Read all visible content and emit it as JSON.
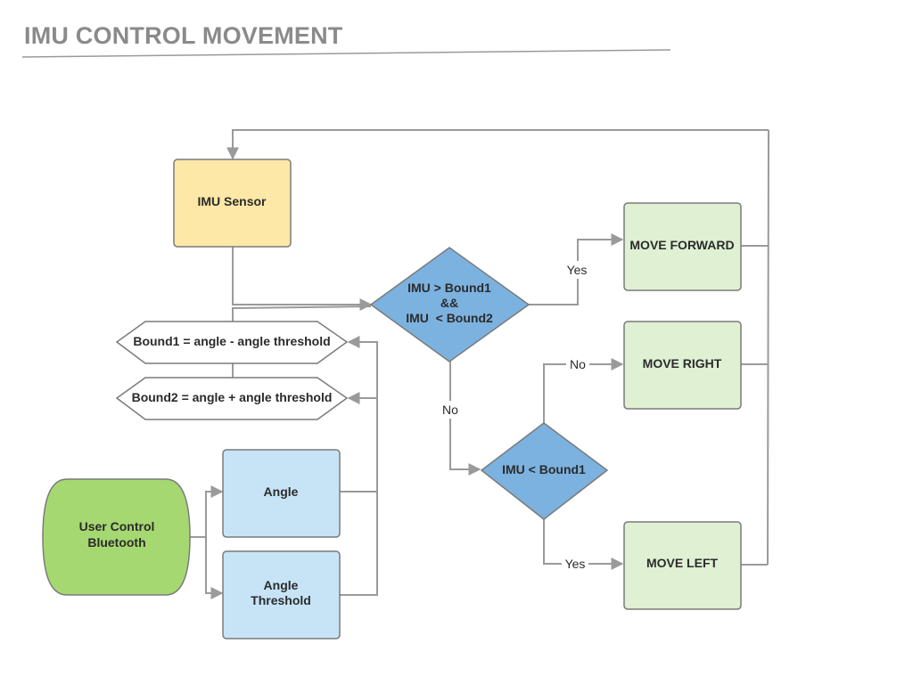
{
  "title": "IMU CONTROL MOVEMENT",
  "colors": {
    "title": "#8a8a8a",
    "sensor_fill": "#fde8a7",
    "decision_fill": "#7cb2e0",
    "action_fill": "#dff0d3",
    "input_fill": "#c7e4f7",
    "user_fill": "#a6d872",
    "connector": "#9a9a9a"
  },
  "nodes": {
    "imu_sensor": "IMU Sensor",
    "decision_main": [
      "IMU > Bound1",
      "&&",
      "IMU  < Bound2"
    ],
    "decision_second": "IMU < Bound1",
    "move_forward": "MOVE FORWARD",
    "move_right": "MOVE RIGHT",
    "move_left": "MOVE LEFT",
    "bound1": "Bound1 = angle - angle threshold",
    "bound2": "Bound2 = angle + angle threshold",
    "user_control": [
      "User Control",
      "Bluetooth"
    ],
    "angle": "Angle",
    "angle_threshold": [
      "Angle",
      "Threshold"
    ]
  },
  "edge_labels": {
    "yes_forward": "Yes",
    "no_main": "No",
    "no_right": "No",
    "yes_left": "Yes"
  }
}
